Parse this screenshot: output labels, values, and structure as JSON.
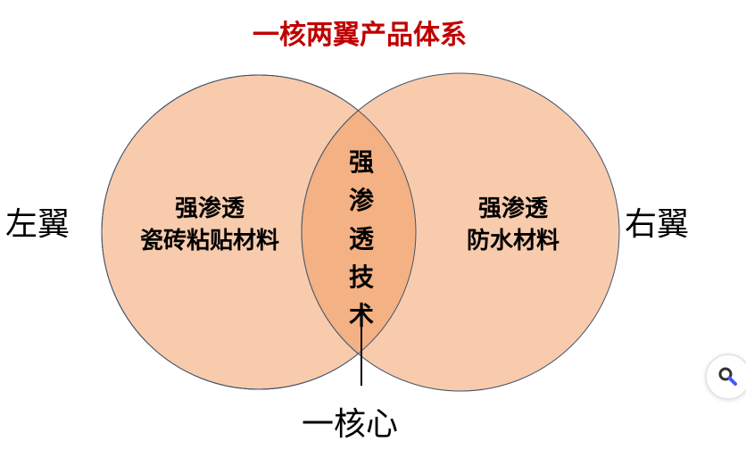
{
  "title": "一核两翼产品体系",
  "left_wing": {
    "label": "左翼",
    "text_line1": "强渗透",
    "text_line2": "瓷砖粘贴材料"
  },
  "right_wing": {
    "label": "右翼",
    "text_line1": "强渗透",
    "text_line2": "防水材料"
  },
  "core": {
    "text": "强渗透技术",
    "label": "一核心"
  },
  "colors": {
    "title": "#C00000",
    "circle_fill": "#F8CBAD",
    "overlap_fill": "#F4B183",
    "stroke": "#44546A"
  },
  "search_icon": "magnifier-icon"
}
